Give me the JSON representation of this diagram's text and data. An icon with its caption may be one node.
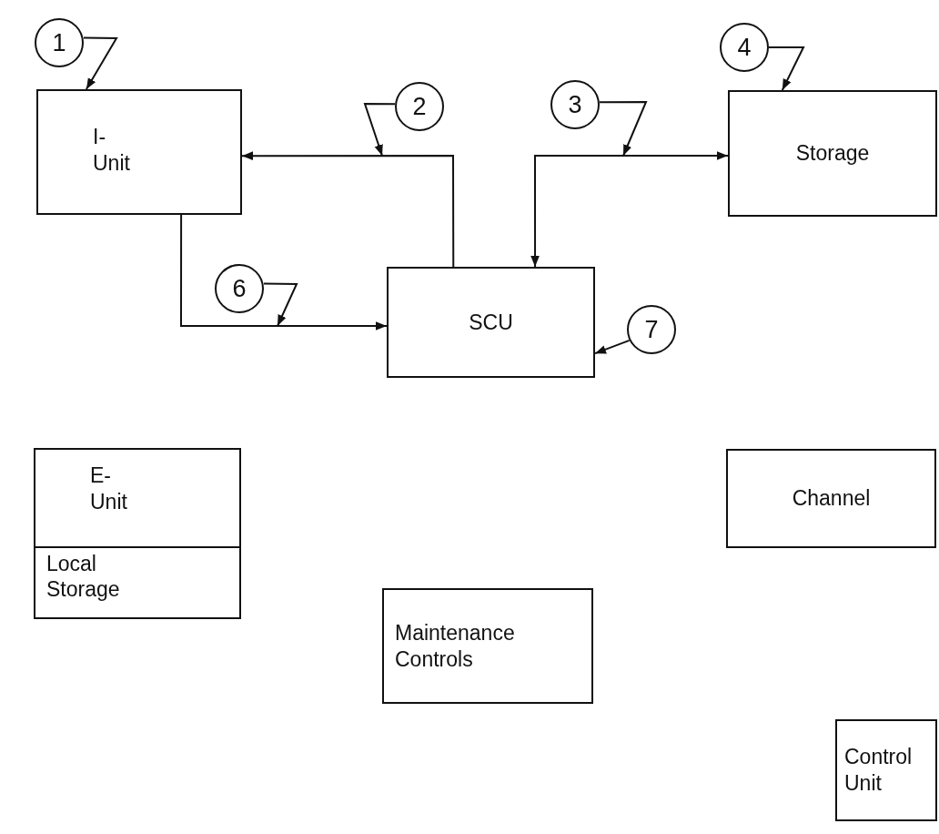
{
  "diagram": {
    "nodes": [
      {
        "text": [
          "1"
        ]
      },
      {
        "text": [
          "I- Unit"
        ]
      },
      {
        "text": [
          "2"
        ]
      },
      {
        "text": [
          "3"
        ]
      },
      {
        "text": [
          "4"
        ]
      },
      {
        "text": [
          "Storage"
        ]
      },
      {
        "text": [
          "6"
        ]
      },
      {
        "text": [
          "SCU"
        ]
      },
      {
        "text": [
          "7"
        ]
      },
      {
        "text": [
          "E- Unit"
        ]
      },
      {
        "text": [
          "Local Storage"
        ],
        "in": 9
      },
      {
        "text": [
          "Channel"
        ]
      },
      {
        "text": [
          "Maintenance Controls"
        ]
      },
      {
        "text": [
          "Control Unit"
        ]
      }
    ],
    "edges": [
      {
        "from": 7,
        "to": 1,
        "arrow": "to"
      },
      {
        "from": 5,
        "to": 7,
        "arrow": "both"
      },
      {
        "from": 1,
        "to": 7,
        "arrow": "to"
      },
      {
        "from": 0,
        "to": 1,
        "arrow": "to"
      },
      {
        "from": 2,
        "to": null,
        "arrow": "to"
      },
      {
        "from": 3,
        "to": null,
        "arrow": "to"
      },
      {
        "from": 4,
        "to": 5,
        "arrow": "to"
      },
      {
        "from": 6,
        "to": null,
        "arrow": "to"
      },
      {
        "from": 8,
        "to": 7,
        "arrow": "to"
      }
    ]
  }
}
